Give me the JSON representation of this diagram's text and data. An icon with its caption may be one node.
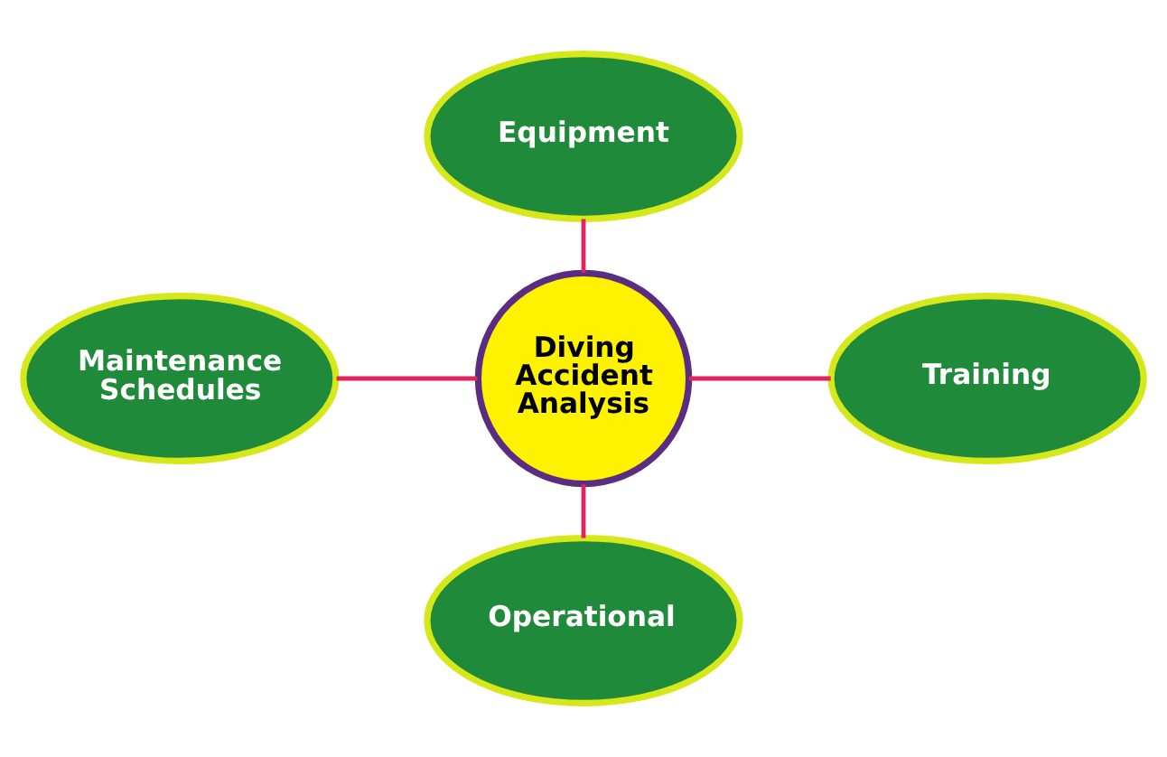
{
  "diagram": {
    "nodes": [
      {
        "text": [
          "Equipment"
        ]
      },
      {
        "text": [
          "Maintenance Schedules"
        ]
      },
      {
        "text": [
          "Diving Accident Analysis"
        ]
      },
      {
        "text": [
          "Training"
        ]
      },
      {
        "text": [
          "Operational"
        ]
      }
    ],
    "edges": [
      {
        "from": 2,
        "to": 0,
        "arrow": "none"
      },
      {
        "from": 1,
        "to": 2,
        "arrow": "none"
      },
      {
        "from": 2,
        "to": 3,
        "arrow": "none"
      },
      {
        "from": 2,
        "to": 4,
        "arrow": "none"
      }
    ]
  }
}
